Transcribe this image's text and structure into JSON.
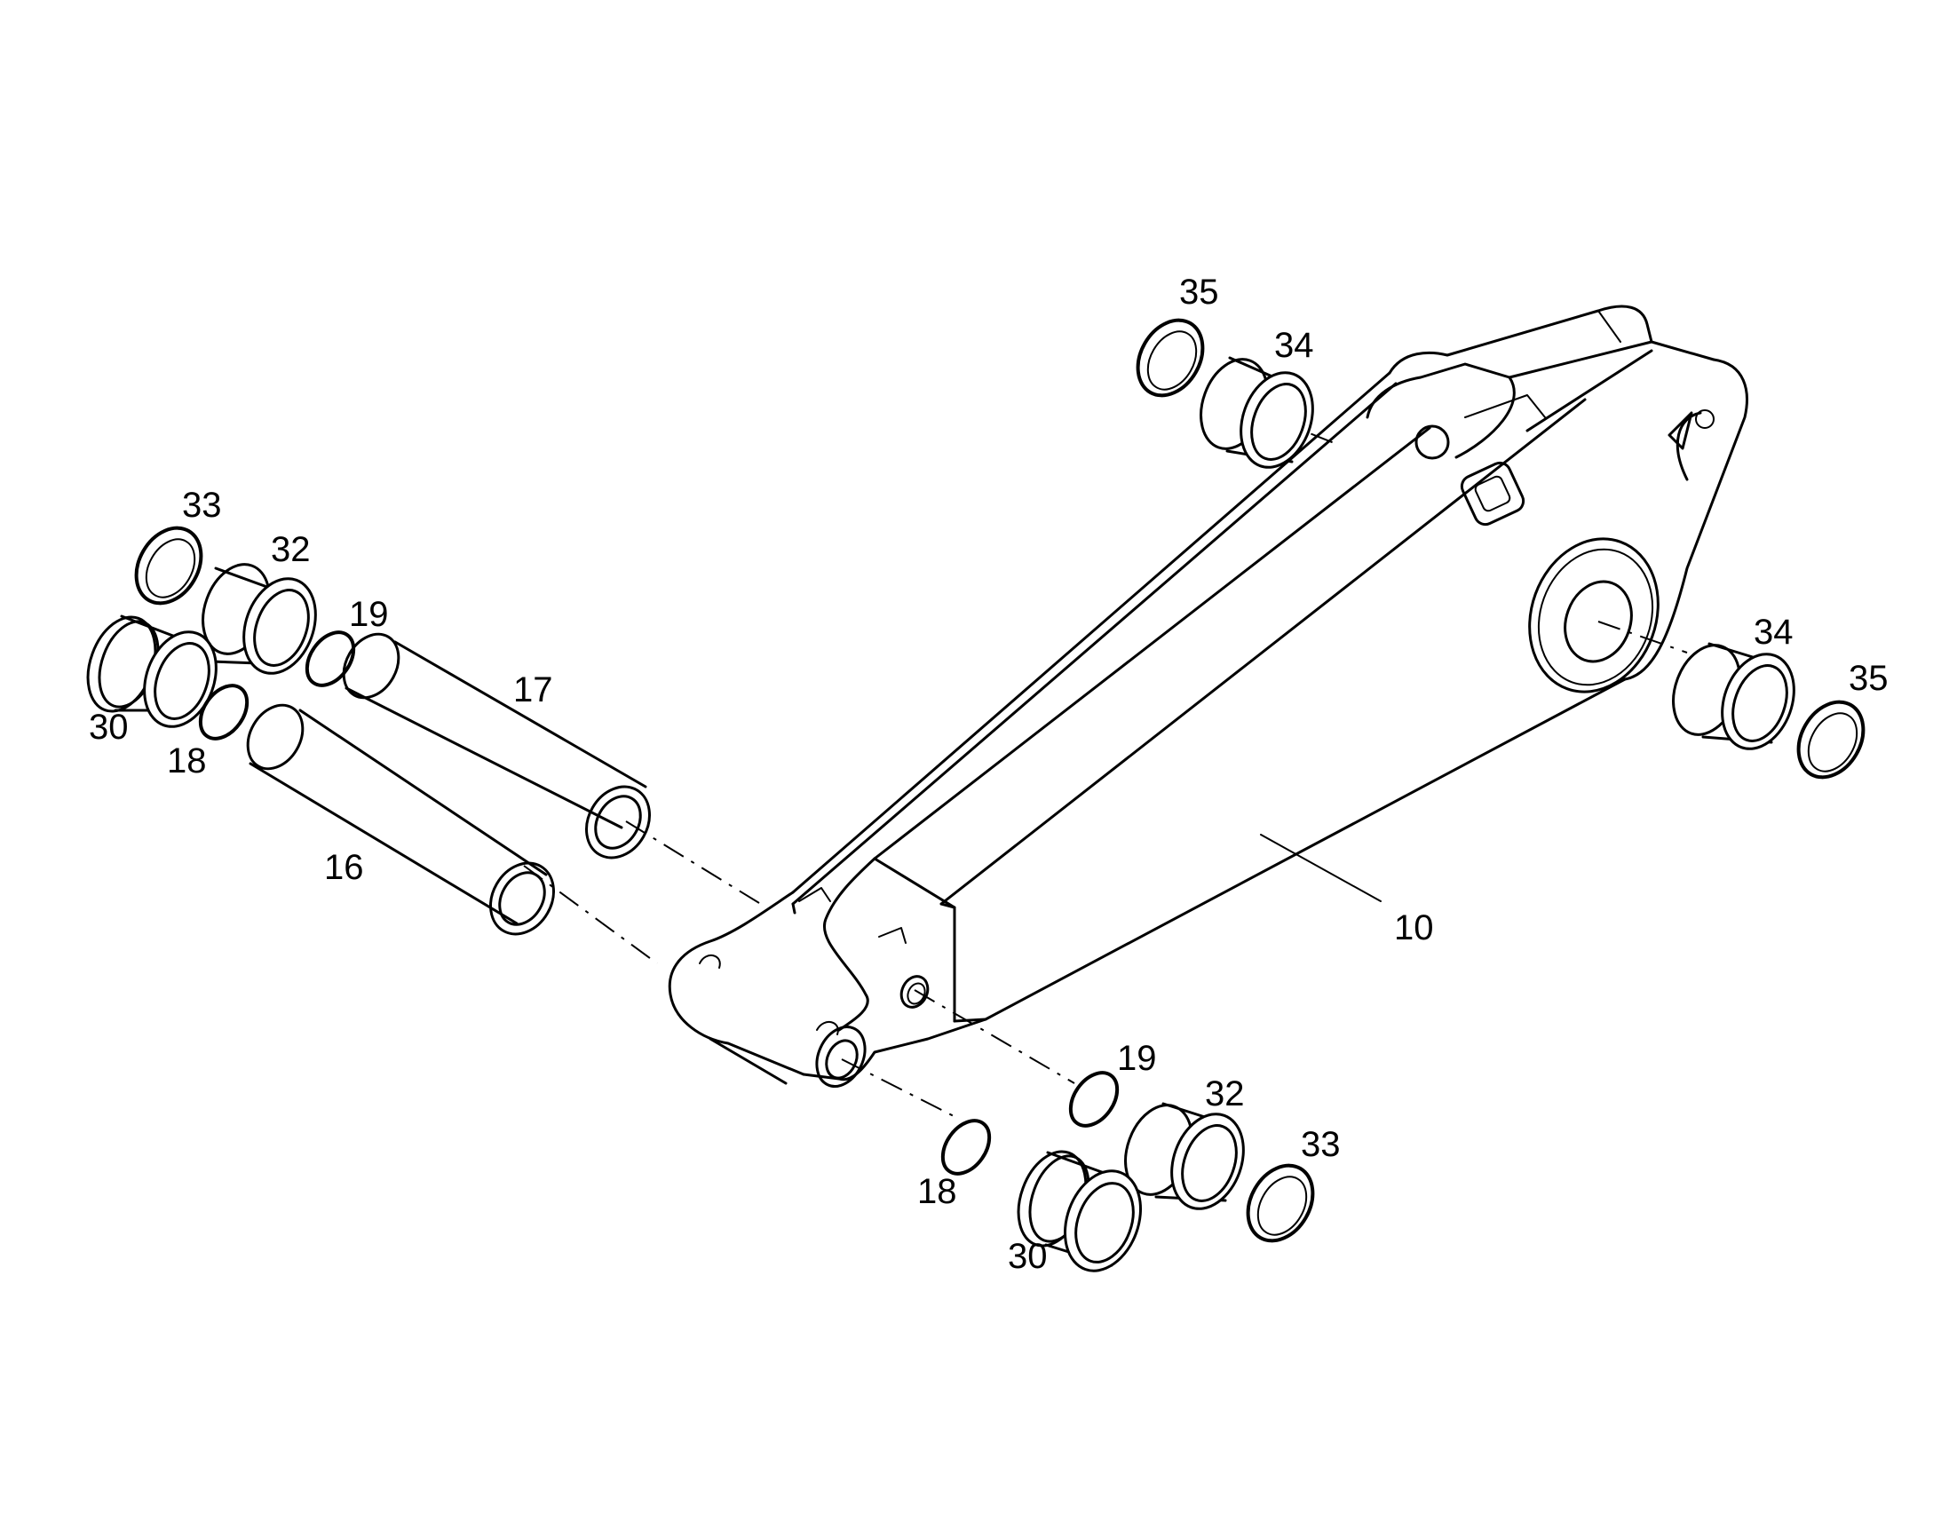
{
  "labels": {
    "p10": "10",
    "p16": "16",
    "p17": "17",
    "p18_left": "18",
    "p18_right": "18",
    "p19_left": "19",
    "p19_right": "19",
    "p30_left": "30",
    "p30_right": "30",
    "p32_left": "32",
    "p32_right": "32",
    "p33_left": "33",
    "p33_right": "33",
    "p34_top": "34",
    "p34_right": "34",
    "p35_top": "35",
    "p35_right": "35"
  }
}
